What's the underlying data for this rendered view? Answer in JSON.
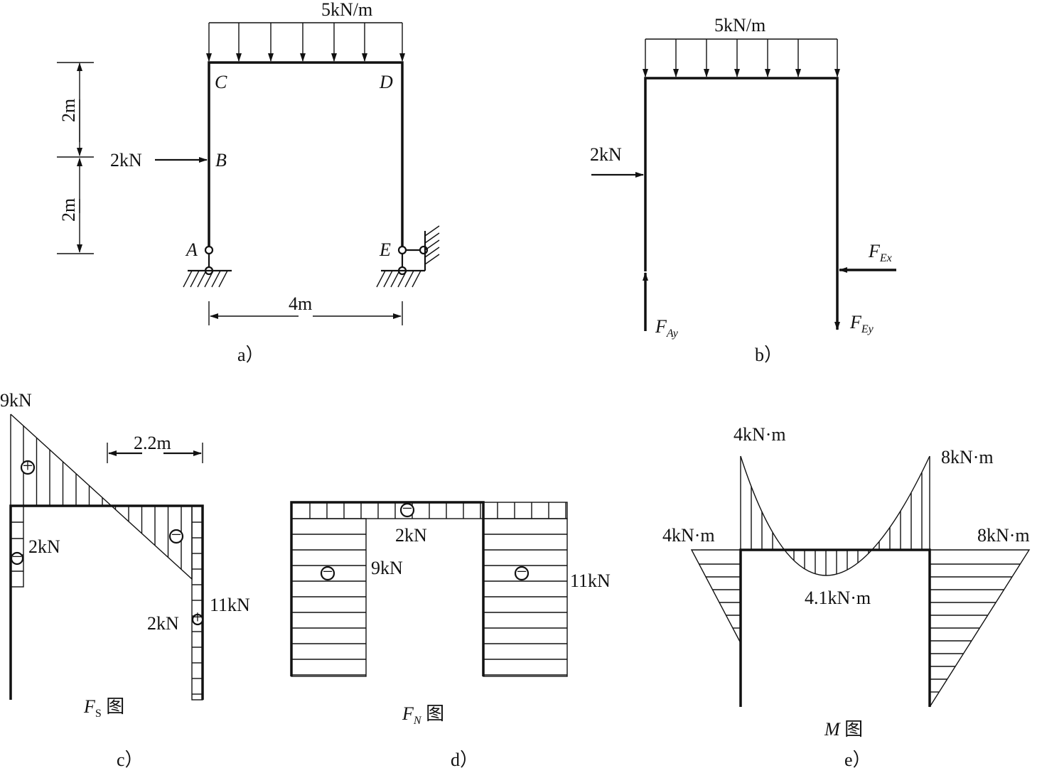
{
  "figure_a": {
    "load_label": "5kN/m",
    "point_load_label": "2kN",
    "node_labels": {
      "A": "A",
      "B": "B",
      "C": "C",
      "D": "D",
      "E": "E"
    },
    "dim_upper": "2m",
    "dim_lower": "2m",
    "dim_span": "4m",
    "caption": "a）"
  },
  "figure_b": {
    "load_label": "5kN/m",
    "point_load_label": "2kN",
    "reaction_Ay": {
      "main": "F",
      "sub": "Ay"
    },
    "reaction_Ex": {
      "main": "F",
      "sub": "Ex"
    },
    "reaction_Ey": {
      "main": "F",
      "sub": "Ey"
    },
    "caption": "b）"
  },
  "figure_c": {
    "top_value": "9kN",
    "left_column_value": "2kN",
    "beam_end_value": "11kN",
    "right_column_value": "2kN",
    "zero_dim": "2.2m",
    "signs": [
      "+",
      "−",
      "−",
      "+"
    ],
    "title": {
      "main": "F",
      "sub": "S",
      "suffix": " 图"
    },
    "caption": "c）"
  },
  "figure_d": {
    "beam_value": "2kN",
    "left_column_value": "9kN",
    "right_column_value": "11kN",
    "signs": [
      "−",
      "−",
      "−"
    ],
    "title": {
      "main": "F",
      "sub": "N",
      "suffix": " 图"
    },
    "caption": "d）"
  },
  "figure_e": {
    "beam_left_value": "4kN·m",
    "beam_right_value": "8kN·m",
    "column_left_value": "4kN·m",
    "column_right_value": "8kN·m",
    "midspan_value": "4.1kN·m",
    "title": {
      "main": "M",
      "suffix": " 图"
    },
    "caption": "e）"
  }
}
